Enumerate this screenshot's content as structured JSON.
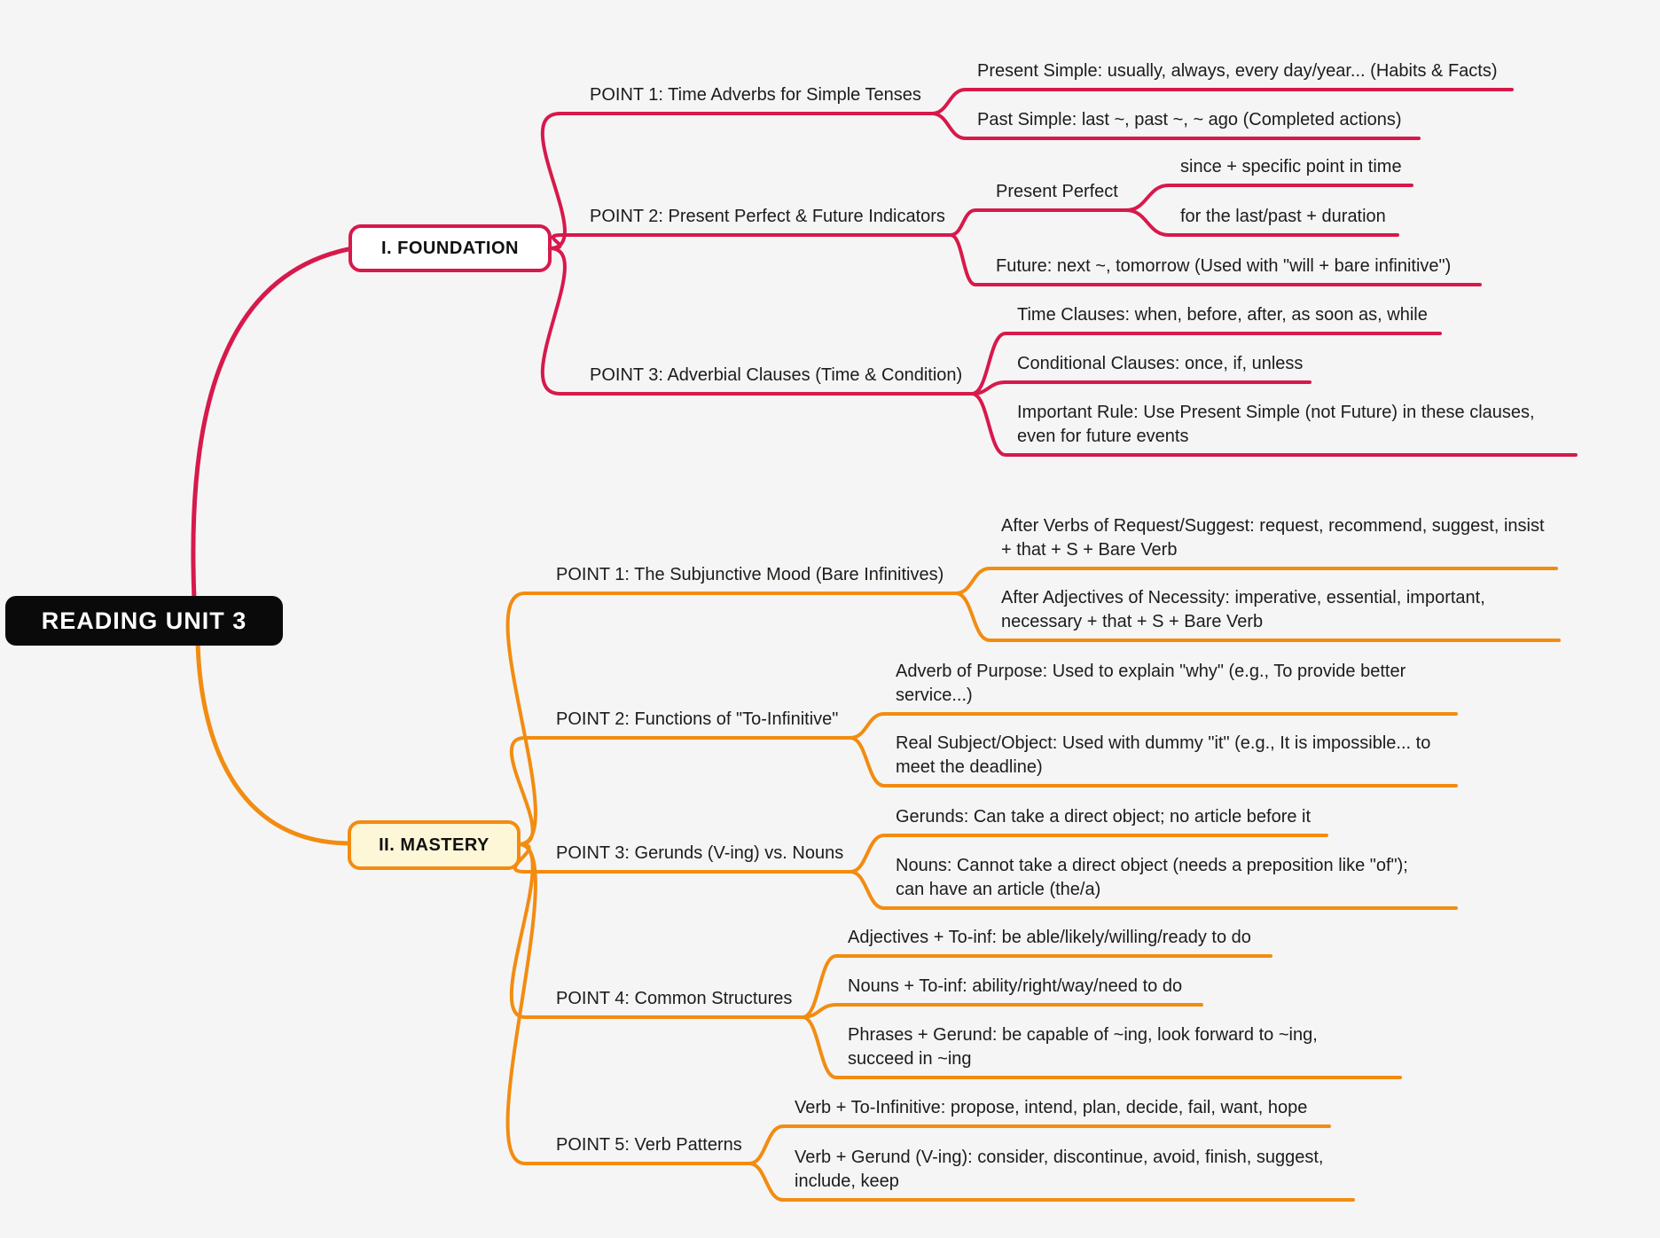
{
  "title": "READING UNIT 3",
  "theme": {
    "background": "#f5f5f6",
    "root_bg": "#0a0a0a",
    "root_text": "#ffffff",
    "foundation_color": "#d7194b",
    "mastery_color": "#f28c11",
    "mastery_fill": "#fdf6d7",
    "text_color": "#1c1c1c"
  },
  "branches": [
    {
      "id": "foundation",
      "label": "I. FOUNDATION",
      "points": [
        {
          "label": "POINT 1: Time Adverbs for Simple Tenses",
          "children": [
            {
              "label": "Present Simple: usually, always, every day/year... (Habits & Facts)"
            },
            {
              "label": "Past Simple: last ~, past ~, ~ ago (Completed actions)"
            }
          ]
        },
        {
          "label": "POINT 2: Present Perfect & Future Indicators",
          "children": [
            {
              "label": "Present Perfect",
              "children": [
                {
                  "label": "since + specific point in time"
                },
                {
                  "label": "for the last/past + duration"
                }
              ]
            },
            {
              "label": "Future: next ~, tomorrow (Used with \"will + bare infinitive\")"
            }
          ]
        },
        {
          "label": "POINT 3: Adverbial Clauses (Time & Condition)",
          "children": [
            {
              "label": "Time Clauses: when, before, after, as soon as, while"
            },
            {
              "label": "Conditional Clauses: once, if, unless"
            },
            {
              "label": "Important Rule: Use Present Simple (not Future) in these clauses,\neven for future events"
            }
          ]
        }
      ]
    },
    {
      "id": "mastery",
      "label": "II. MASTERY",
      "points": [
        {
          "label": "POINT 1: The Subjunctive Mood (Bare Infinitives)",
          "children": [
            {
              "label": "After Verbs of Request/Suggest: request, recommend, suggest, insist\n+ that + S + Bare Verb"
            },
            {
              "label": "After Adjectives of Necessity: imperative, essential, important,\nnecessary + that + S + Bare Verb"
            }
          ]
        },
        {
          "label": "POINT 2: Functions of \"To-Infinitive\"",
          "children": [
            {
              "label": "Adverb of Purpose: Used to explain \"why\" (e.g., To provide better\nservice...)"
            },
            {
              "label": "Real Subject/Object: Used with dummy \"it\" (e.g., It is impossible... to\nmeet the deadline)"
            }
          ]
        },
        {
          "label": "POINT 3: Gerunds (V-ing) vs. Nouns",
          "children": [
            {
              "label": "Gerunds: Can take a direct object; no article before it"
            },
            {
              "label": "Nouns: Cannot take a direct object (needs a preposition like \"of\");\ncan have an article (the/a)"
            }
          ]
        },
        {
          "label": "POINT 4: Common Structures",
          "children": [
            {
              "label": "Adjectives + To-inf: be able/likely/willing/ready to do"
            },
            {
              "label": "Nouns + To-inf: ability/right/way/need to do"
            },
            {
              "label": "Phrases + Gerund: be capable of ~ing, look forward to ~ing,\nsucceed in ~ing"
            }
          ]
        },
        {
          "label": "POINT 5: Verb Patterns",
          "children": [
            {
              "label": "Verb + To-Infinitive: propose, intend, plan, decide, fail, want, hope"
            },
            {
              "label": "Verb + Gerund (V-ing): consider, discontinue, avoid, finish, suggest,\ninclude, keep"
            }
          ]
        }
      ]
    }
  ]
}
